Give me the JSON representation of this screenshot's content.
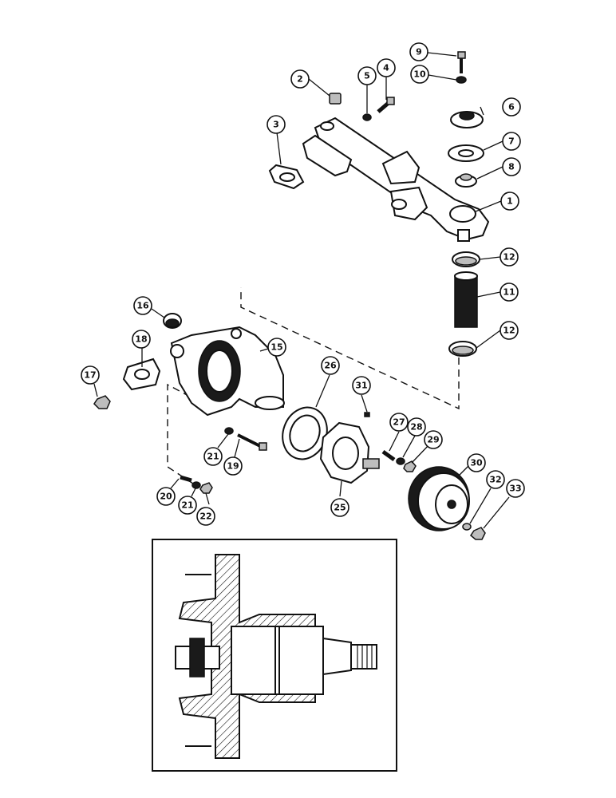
{
  "callouts": [
    {
      "id": "c1",
      "label": "1"
    },
    {
      "id": "c2",
      "label": "2"
    },
    {
      "id": "c3",
      "label": "3"
    },
    {
      "id": "c4",
      "label": "4"
    },
    {
      "id": "c5",
      "label": "5"
    },
    {
      "id": "c6",
      "label": "6"
    },
    {
      "id": "c7",
      "label": "7"
    },
    {
      "id": "c8",
      "label": "8"
    },
    {
      "id": "c9",
      "label": "9"
    },
    {
      "id": "c10",
      "label": "10"
    },
    {
      "id": "c11",
      "label": "11"
    },
    {
      "id": "c12a",
      "label": "12"
    },
    {
      "id": "c12b",
      "label": "12"
    },
    {
      "id": "c15",
      "label": "15"
    },
    {
      "id": "c16",
      "label": "16"
    },
    {
      "id": "c17",
      "label": "17"
    },
    {
      "id": "c18",
      "label": "18"
    },
    {
      "id": "c19",
      "label": "19"
    },
    {
      "id": "c20",
      "label": "20"
    },
    {
      "id": "c21a",
      "label": "21"
    },
    {
      "id": "c21b",
      "label": "21"
    },
    {
      "id": "c22",
      "label": "22"
    },
    {
      "id": "c25",
      "label": "25"
    },
    {
      "id": "c26",
      "label": "26"
    },
    {
      "id": "c27",
      "label": "27"
    },
    {
      "id": "c28",
      "label": "28"
    },
    {
      "id": "c29",
      "label": "29"
    },
    {
      "id": "c30",
      "label": "30"
    },
    {
      "id": "c31",
      "label": "31"
    },
    {
      "id": "c32",
      "label": "32"
    },
    {
      "id": "c33",
      "label": "33"
    }
  ]
}
